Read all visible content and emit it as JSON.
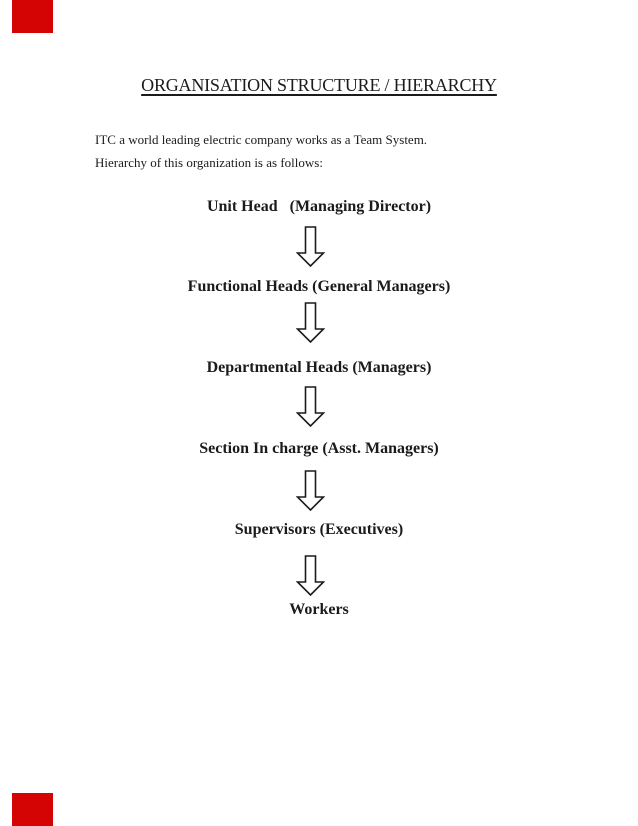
{
  "document": {
    "title": "ORGANISATION STRUCTURE / HIERARCHY",
    "intro": {
      "line1": "ITC a world leading electric company works as a Team System.",
      "line2": "Hierarchy of this organization is as follows:"
    }
  },
  "hierarchy": {
    "arrow_icon": "block-down-arrow",
    "levels": [
      {
        "label": "Unit Head   (Managing Director)"
      },
      {
        "label": "Functional Heads (General Managers)"
      },
      {
        "label": "Departmental Heads (Managers)"
      },
      {
        "label": "Section In charge (Asst. Managers)"
      },
      {
        "label": "Supervisors (Executives)"
      },
      {
        "label": "Workers"
      }
    ]
  },
  "decorations": {
    "corner_marks": [
      "top-left",
      "bottom-left"
    ],
    "corner_mark_color": "#d40404"
  },
  "colors": {
    "background": "#ffffff",
    "text": "#1b1b1b"
  }
}
